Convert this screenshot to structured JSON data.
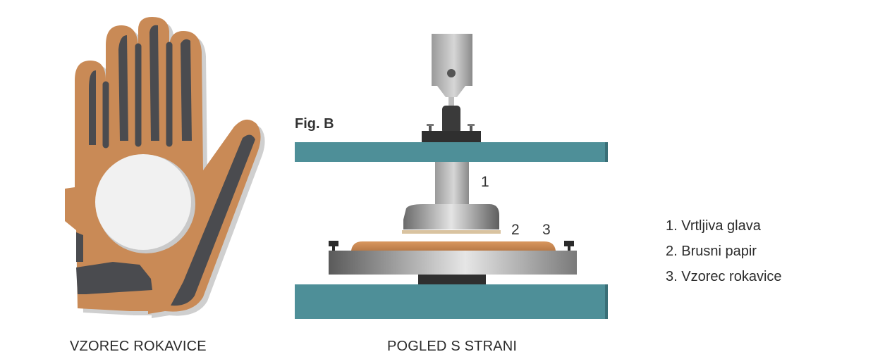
{
  "fig_label": "Fig. B",
  "captions": {
    "left": "VZOREC ROKAVICE",
    "right": "POGLED S STRANI"
  },
  "callouts": [
    "1",
    "2",
    "3"
  ],
  "legend": [
    "1. Vrtljiva glava",
    "2. Brusni papir",
    "3. Vzorec rokavice"
  ],
  "colors": {
    "glove_leather": "#c98a56",
    "glove_dark": "#4a4b4f",
    "glove_shadow": "#c9c9c9",
    "plate_teal": "#4e8f98",
    "metal_light": "#e0e0e0",
    "metal_dark": "#5a5a5a",
    "sandpaper": "#d9c3a0",
    "sample_leather": "#c98a56"
  }
}
